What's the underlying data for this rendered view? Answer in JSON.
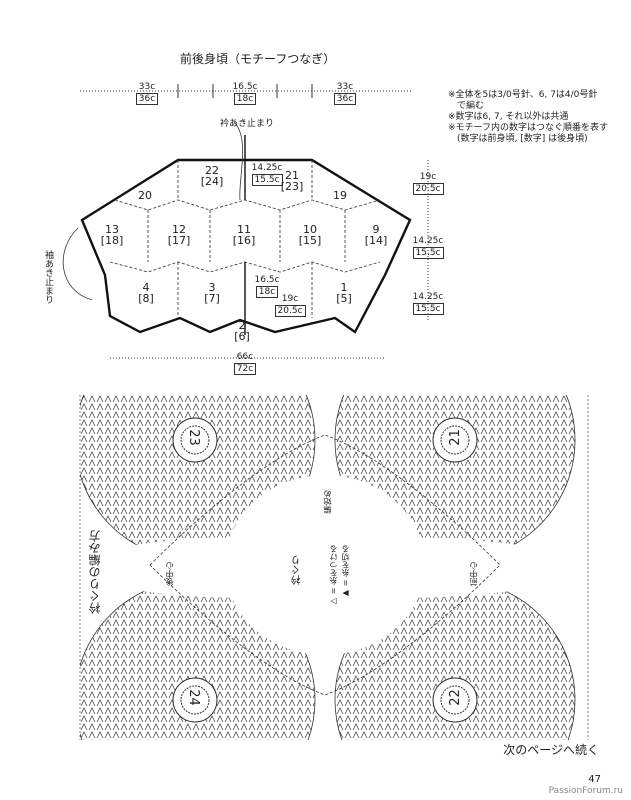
{
  "diagram": {
    "title": "前後身頃（モチーフつなぎ）",
    "top_widths": [
      {
        "value": "33c",
        "boxed": "36c"
      },
      {
        "value": "16.5c",
        "boxed": "18c"
      },
      {
        "value": "33c",
        "boxed": "36c"
      }
    ],
    "neck_label": "衿あき止まり",
    "sleeve_label": "袖あき止まり",
    "inner_top": {
      "value": "14.25c",
      "boxed": "15.5c"
    },
    "inner_bottom_a": {
      "value": "16.5c",
      "boxed": "18c"
    },
    "inner_bottom_b": {
      "value": "19c",
      "boxed": "20.5c"
    },
    "right_heights": [
      {
        "value": "19c",
        "boxed": "20.5c"
      },
      {
        "value": "14.25c",
        "boxed": "15.5c"
      },
      {
        "value": "14.25c",
        "boxed": "15.5c"
      }
    ],
    "bottom_width": {
      "value": "66c",
      "boxed": "72c"
    },
    "motifs": [
      {
        "id": "20",
        "back": ""
      },
      {
        "id": "22",
        "back": "[24]"
      },
      {
        "id": "21",
        "back": "[23]"
      },
      {
        "id": "19",
        "back": ""
      },
      {
        "id": "13",
        "back": "[18]"
      },
      {
        "id": "12",
        "back": "[17]"
      },
      {
        "id": "11",
        "back": "[16]"
      },
      {
        "id": "10",
        "back": "[15]"
      },
      {
        "id": "9",
        "back": "[14]"
      },
      {
        "id": "4",
        "back": "[8]"
      },
      {
        "id": "3",
        "back": "[7]"
      },
      {
        "id": "2",
        "back": "[6]"
      },
      {
        "id": "1",
        "back": "[5]"
      }
    ]
  },
  "notes": [
    "※全体を5は3/0号針、6, 7は4/0号針",
    "　で編む",
    "※数字は6, 7, それ以外は共通",
    "※モチーフ内の数字はつなぐ順番を表す",
    "　(数字は前身頃, [数字] は後身頃)"
  ],
  "chart": {
    "side_title": "衿ぐりの編み方",
    "center_label": "衿ぐり",
    "start_label": "編始め",
    "legend1": "▷ = 糸をつける",
    "legend2": "▶ = 糸を切る",
    "left_center": "後中心",
    "right_center": "前中心",
    "motifs": [
      "23",
      "21",
      "24",
      "22"
    ]
  },
  "footer": {
    "continue": "次のページへ続く",
    "page": "47",
    "watermark": "PassionForum.ru"
  }
}
